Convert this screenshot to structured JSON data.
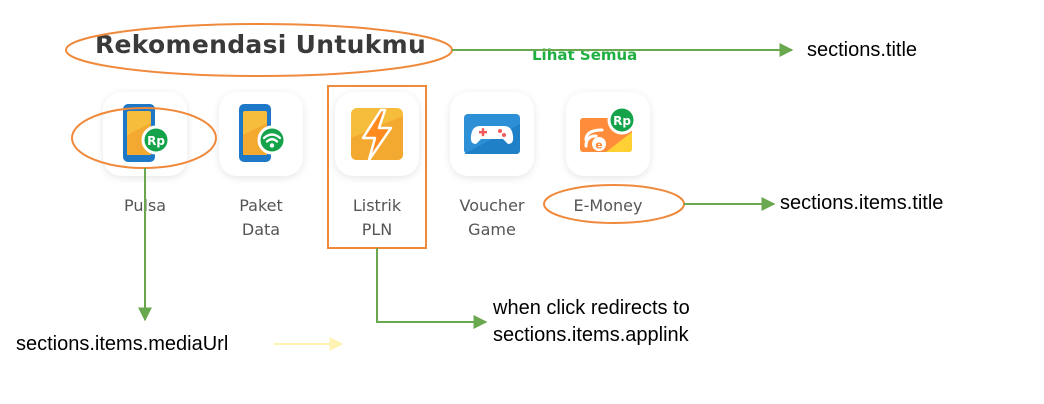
{
  "section": {
    "title": "Rekomendasi Untukmu",
    "see_all": "Lihat Semua"
  },
  "items": [
    {
      "title": "Pulsa",
      "icon": "phone-rp-icon",
      "badge": "Rp"
    },
    {
      "title": "Paket\nData",
      "icon": "phone-wifi-icon"
    },
    {
      "title": "Listrik\nPLN",
      "icon": "lightning-icon"
    },
    {
      "title": "Voucher\nGame",
      "icon": "gamepad-icon"
    },
    {
      "title": "E-Money",
      "icon": "emoney-card-icon",
      "badge": "Rp",
      "emblem": "e"
    }
  ],
  "annotations": {
    "title": "sections.title",
    "item_title": "sections.items.title",
    "media_url": "sections.items.mediaUrl",
    "applink_line1": "when click redirects to",
    "applink_line2": "sections.items.applink"
  },
  "colors": {
    "annotation_orange": "#ef8a3d",
    "annotation_green": "#6aa84f",
    "see_all_green": "#20b042",
    "badge_green": "#14a34a",
    "phone_blue": "#1d78c8",
    "phone_yellow": "#f6bd3c",
    "lightning_orange": "#ff8a1e",
    "game_blue": "#2d8fd6",
    "game_red": "#f25a5a",
    "emoney_orange": "#ff8c3a",
    "emoney_yellow": "#ffd033",
    "title_text": "#3a3a3a",
    "item_text": "#555555"
  }
}
